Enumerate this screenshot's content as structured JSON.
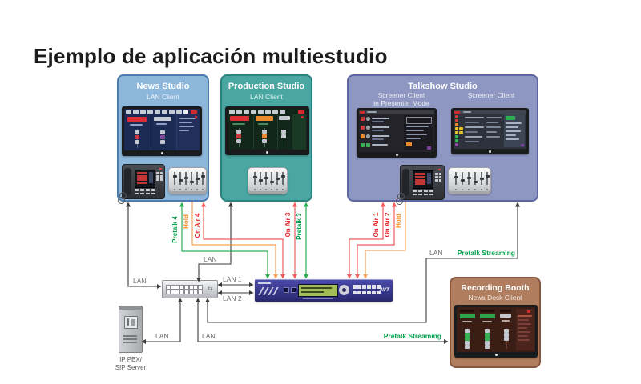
{
  "title": "Ejemplo de aplicación multiestudio",
  "studios": {
    "news": {
      "title": "News Studio",
      "client": "LAN Client"
    },
    "production": {
      "title": "Production Studio",
      "client": "LAN Client"
    },
    "talkshow": {
      "title": "Talkshow Studio",
      "client_left_line1": "Screener Client",
      "client_left_line2": "in Presenter Mode",
      "client_right": "Screener Client"
    },
    "recording": {
      "title": "Recording Booth",
      "client": "News Desk Client"
    }
  },
  "devices": {
    "ip_pbx": {
      "label_line1": "IP PBX/",
      "label_line2": "SIP Server"
    },
    "rack": {
      "brand": "AVT"
    },
    "switch": {}
  },
  "labels": {
    "news_lan": "LAN",
    "production_lan": "LAN",
    "lan1": "LAN 1",
    "lan2": "LAN 2",
    "pbx_lan": "LAN",
    "booth_lan": "LAN",
    "booth_stream": "Pretalk Streaming",
    "loop_lan": "LAN",
    "loop_stream": "Pretalk Streaming",
    "pretalk4": "Pretalk 4",
    "hold_news": "Hold",
    "onair4": "On Air 4",
    "onair3": "On Air 3",
    "pretalk3": "Pretalk 3",
    "onair1": "On Air 1",
    "onair2": "On Air 2",
    "hold_talkshow": "Hold"
  },
  "colors": {
    "news_box": "#8db6db",
    "production_box": "#4aa6a1",
    "talkshow_box": "#8e97c2",
    "recording_box": "#b07e5e",
    "rack_blue": "#34349b",
    "line_green": "#2fae54",
    "line_orange": "#f9a055",
    "line_red": "#f15c5c",
    "line_dark": "#3b3b3b",
    "label_green": "#00a14b",
    "label_orange": "#f78e1e",
    "label_red": "#e8252a",
    "label_gray": "#6d6e71"
  }
}
